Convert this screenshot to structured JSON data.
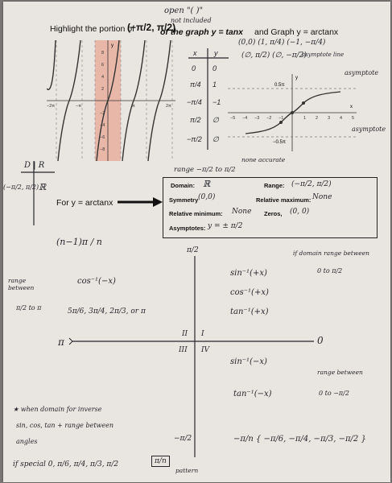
{
  "header": {
    "prefix": "Highlight the portion of",
    "interval": "(−π/2, π/2)",
    "graph_text": "of the graph y = tanx",
    "and_text": "and Graph y = arctanx"
  },
  "notes_top": {
    "open": "open \"( )\"",
    "not_included": "not included",
    "points": "(0,0) (1, π/4) (−1, −π/4)",
    "points2": "(∅, π/2)  (∅, −π/2)",
    "asymptote_line": "asymptote line",
    "asymptote_right": "asymptote",
    "asymptote_left": "asymptote"
  },
  "table": {
    "headers": [
      "x",
      "y"
    ],
    "rows": [
      [
        "0",
        "0"
      ],
      [
        "π/4",
        "1"
      ],
      [
        "−π/4",
        "−1"
      ],
      [
        "π/2",
        "∅"
      ],
      [
        "−π/2",
        "∅"
      ]
    ]
  },
  "tan_graph": {
    "y_axis": "y",
    "y_ticks": [
      "8",
      "6",
      "4",
      "2",
      "−2",
      "−4",
      "−6",
      "−8"
    ],
    "x_ticks": [
      "−2π",
      "−π",
      "π",
      "2π"
    ]
  },
  "arctan_graph": {
    "x_axis": "x",
    "y_axis": "y",
    "x_ticks": [
      "−5",
      "−4",
      "−3",
      "−2",
      "−1",
      "1",
      "2",
      "3",
      "4",
      "5"
    ],
    "asym_top": "0.5π",
    "asym_bottom": "−0.5π"
  },
  "domain_sketch": {
    "label": "D | R",
    "interval": "(−π/2, π/2)",
    "real": "ℝ"
  },
  "range_note": "range −π/2 to π/2",
  "none_accurate": "none accurate",
  "info_box": {
    "for_label": "For y = arctanx",
    "domain_label": "Domain:",
    "domain_value": "ℝ",
    "range_label": "Range:",
    "range_value": "(−π/2, π/2)",
    "symmetry_label": "Symmetry",
    "symmetry_value": "(0,0)",
    "relative_max_label": "Relative maximum:",
    "relative_max_value": "None",
    "relative_min_label": "Relative minimum:",
    "relative_min_value": "None",
    "zeros_label": "Zeros,",
    "zeros_value": "(0, 0)",
    "asymptotes_label": "Asymptotes:",
    "asymptotes_value": "y = ± π/2"
  },
  "bottom_notes": {
    "formula": "(n−1)π / n",
    "range_between": "range between",
    "pi_half_to_pi": "π/2 to π",
    "cos_neg": "cos⁻¹(−x)",
    "values_list": "5π/6, 3π/4, 2π/3, or π",
    "if_domain": "if domain range between",
    "zero_to_pi_half": "0 to π/2",
    "sin_pos": "sin⁻¹(+x)",
    "cos_pos": "cos⁻¹(+x)",
    "tan_pos": "tan⁻¹(+x)",
    "sin_neg": "sin⁻¹(−x)",
    "tan_neg": "tan⁻¹(−x)",
    "range_between_2": "range between",
    "zero_to_neg": "0 to −π/2",
    "axis_top": "π/2",
    "axis_left": "π",
    "axis_right": "0",
    "axis_bottom": "−π/2",
    "quad_II": "II",
    "quad_I": "I",
    "quad_III": "III",
    "quad_IV": "IV",
    "neg_list": "−π/n { −π/6, −π/4, −π/3, −π/2 }",
    "star_note_1": "★ when domain for inverse",
    "star_note_2": "sin, cos, tan + range between",
    "star_note_3": "angles",
    "special": "if special 0, π/6, π/4, π/3, π/2",
    "pi_over_n": "π/n",
    "pattern": "pattern"
  }
}
